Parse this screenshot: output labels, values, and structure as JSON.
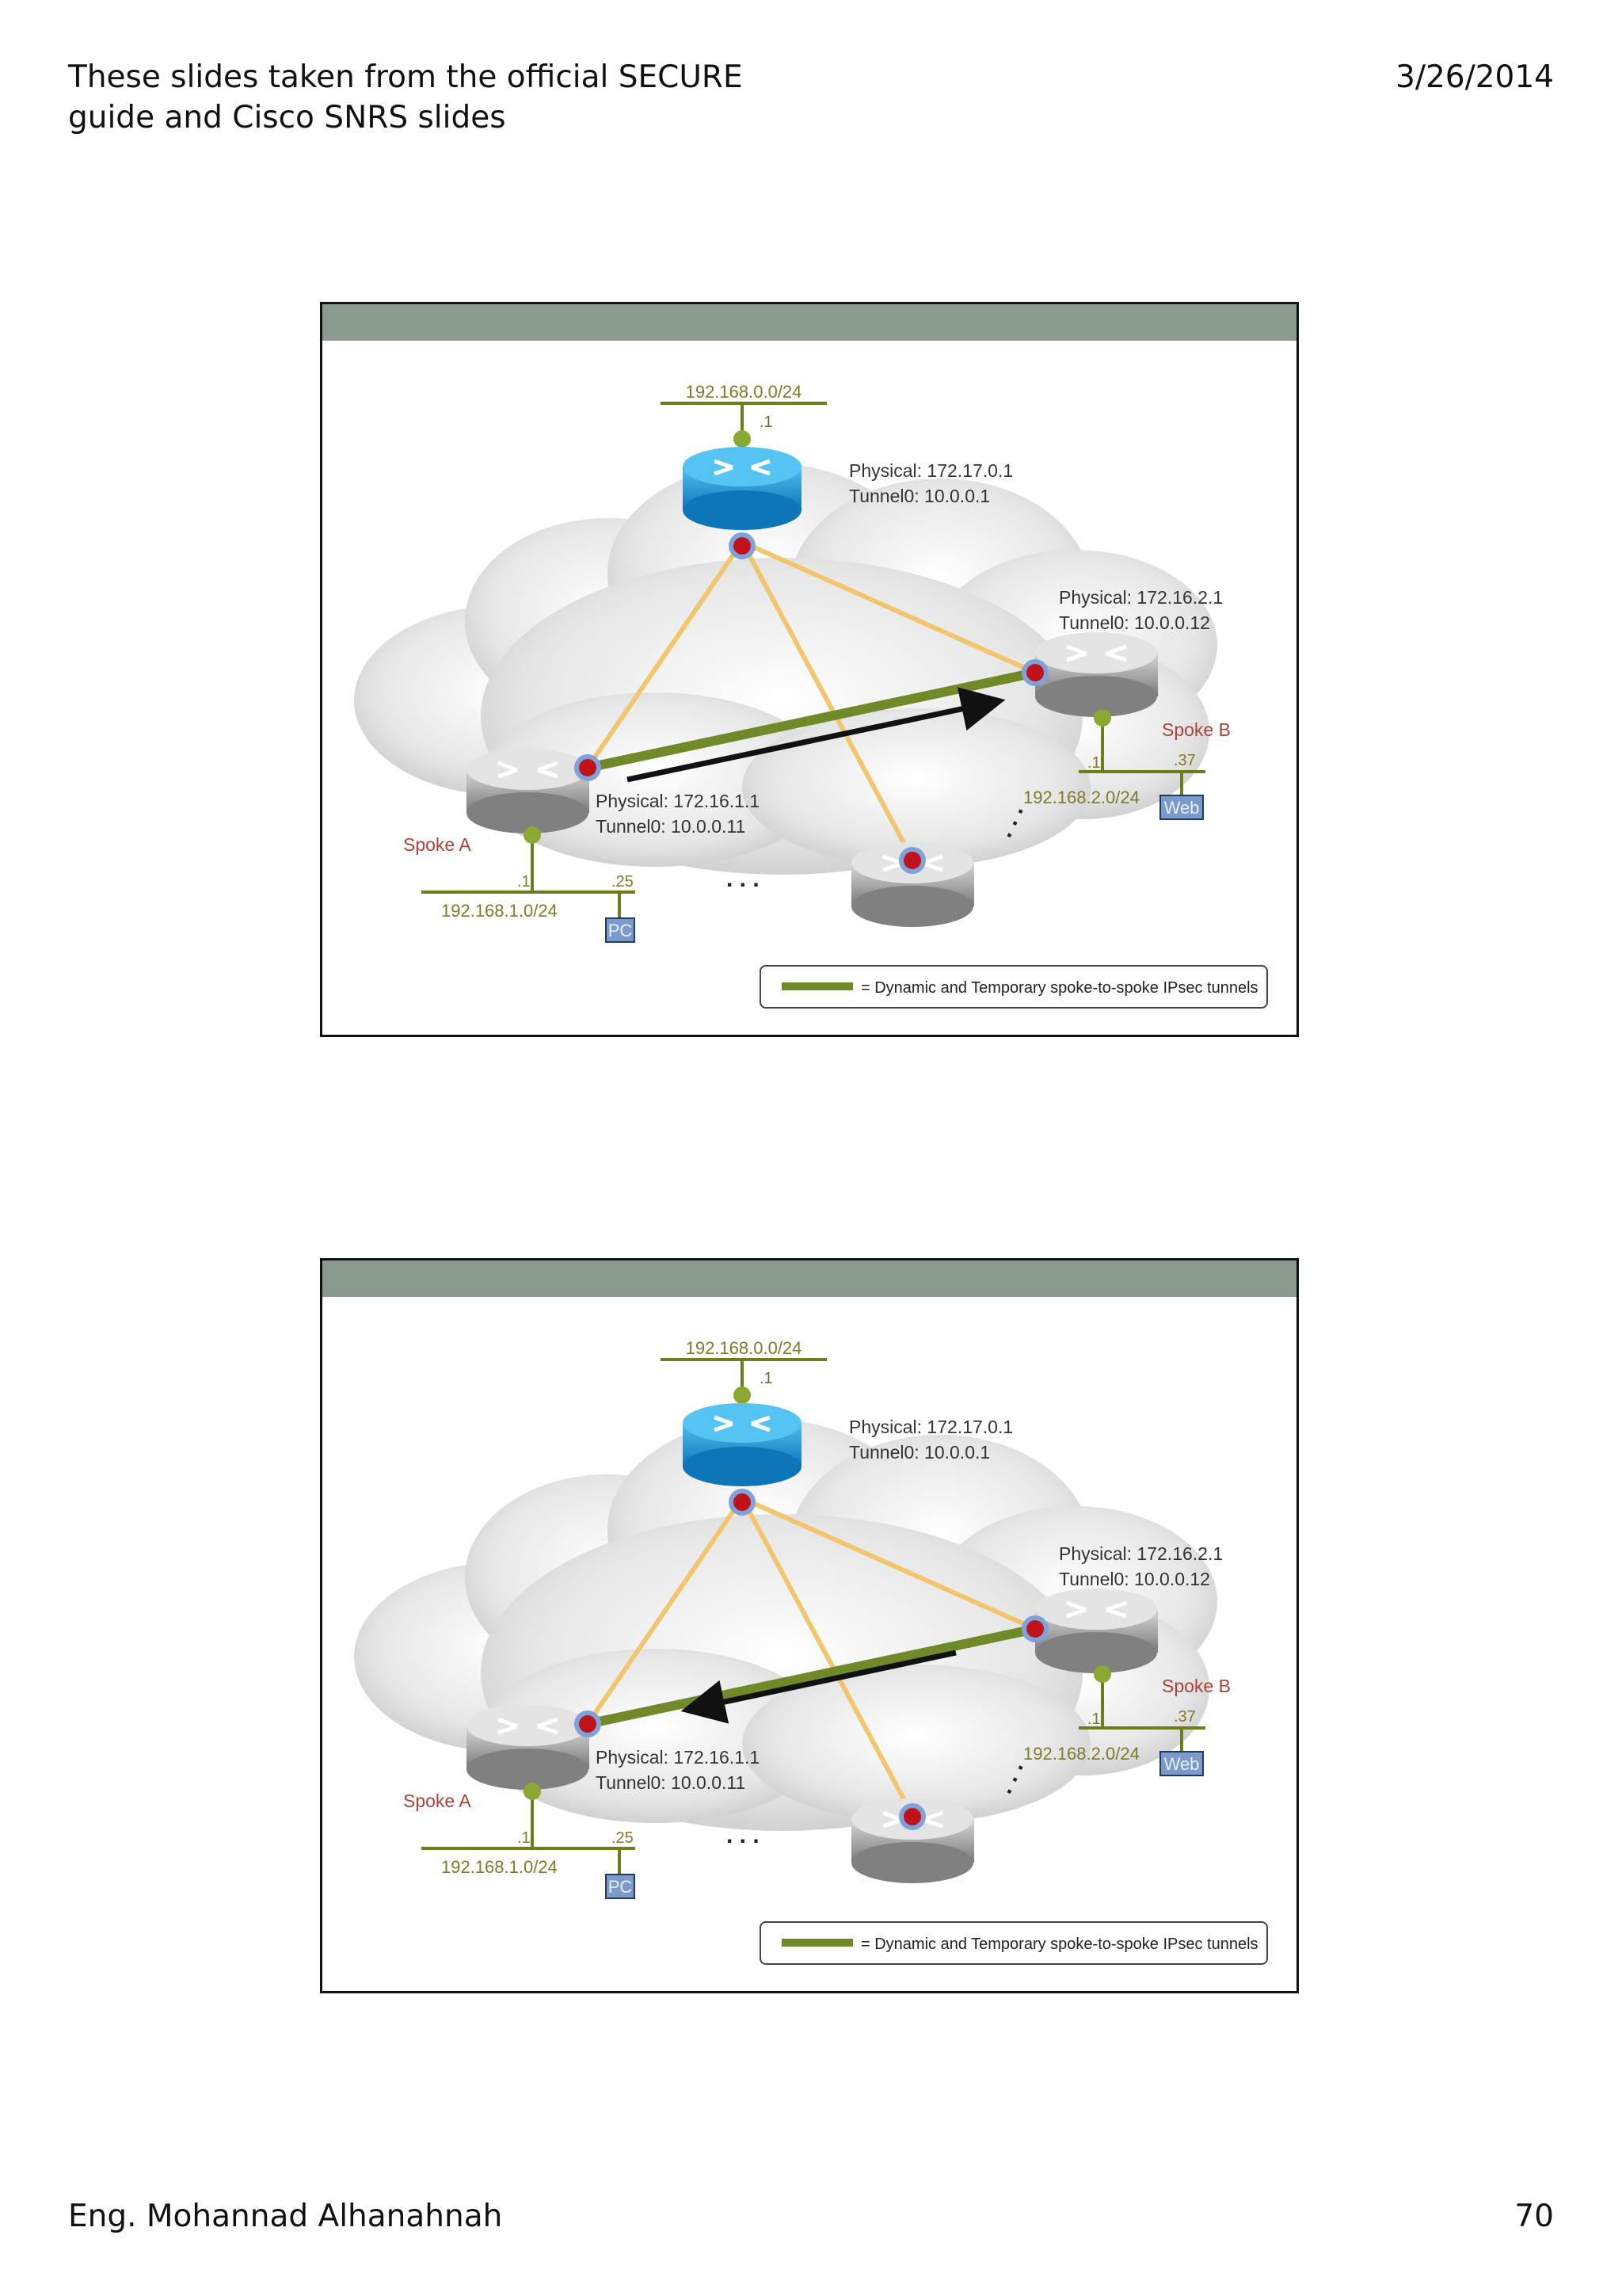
{
  "header": {
    "title_line1": "These slides taken from the official SECURE",
    "title_line2": "guide and Cisco SNRS slides",
    "date": "3/26/2014"
  },
  "footer": {
    "author": "Eng. Mohannad Alhanahnah",
    "page_number": "70"
  },
  "colors": {
    "slide_header_bar": "#8a9a8c",
    "subnet_line": "#6b7d1f",
    "tunnel_line": "#708a2a",
    "mgre_line": "#f2c66e",
    "hub_router": "#1d9ad8",
    "spoke_router": "#9a9a9a",
    "label_red": "#a8423a",
    "host_box": "#7a9acc"
  },
  "slides": [
    {
      "hub_subnet": "192.168.0.0/24",
      "hub_if": ".1",
      "hub_physical": "Physical: 172.17.0.1",
      "hub_tunnel": "Tunnel0: 10.0.0.1",
      "spoke_b_physical": "Physical: 172.16.2.1",
      "spoke_b_tunnel": "Tunnel0: 10.0.0.12",
      "spoke_b_name": "Spoke B",
      "spoke_b_if": ".1",
      "spoke_b_host_if": ".37",
      "spoke_b_subnet": "192.168.2.0/24",
      "spoke_b_host": "Web",
      "spoke_a_physical": "Physical: 172.16.1.1",
      "spoke_a_tunnel": "Tunnel0: 10.0.0.11",
      "spoke_a_name": "Spoke A",
      "spoke_a_if": ".1",
      "spoke_a_host_if": ".25",
      "spoke_a_subnet": "192.168.1.0/24",
      "spoke_a_host": "PC",
      "ellipsis": ". . .",
      "legend_text": "= Dynamic and Temporary spoke-to-spoke IPsec tunnels",
      "arrow_direction": "a-to-b"
    },
    {
      "hub_subnet": "192.168.0.0/24",
      "hub_if": ".1",
      "hub_physical": "Physical: 172.17.0.1",
      "hub_tunnel": "Tunnel0: 10.0.0.1",
      "spoke_b_physical": "Physical: 172.16.2.1",
      "spoke_b_tunnel": "Tunnel0: 10.0.0.12",
      "spoke_b_name": "Spoke B",
      "spoke_b_if": ".1",
      "spoke_b_host_if": ".37",
      "spoke_b_subnet": "192.168.2.0/24",
      "spoke_b_host": "Web",
      "spoke_a_physical": "Physical: 172.16.1.1",
      "spoke_a_tunnel": "Tunnel0: 10.0.0.11",
      "spoke_a_name": "Spoke A",
      "spoke_a_if": ".1",
      "spoke_a_host_if": ".25",
      "spoke_a_subnet": "192.168.1.0/24",
      "spoke_a_host": "PC",
      "ellipsis": ". . .",
      "legend_text": "= Dynamic and Temporary spoke-to-spoke IPsec tunnels",
      "arrow_direction": "b-to-a"
    }
  ]
}
